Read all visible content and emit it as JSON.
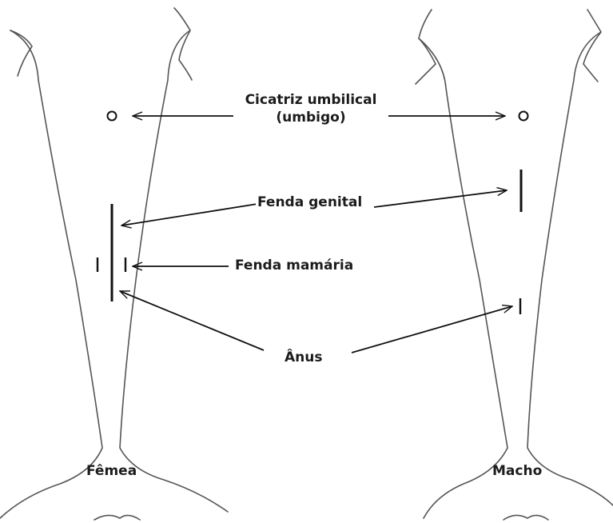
{
  "labels": {
    "umbilical_line1": "Cicatriz umbilical",
    "umbilical_line2": "(umbigo)",
    "genital": "Fenda genital",
    "mammary": "Fenda mamária",
    "anus": "Ânus",
    "female": "Fêmea",
    "male": "Macho"
  },
  "colors": {
    "outline": "#555555",
    "marks": "#111111",
    "text": "#1c1c1c"
  }
}
